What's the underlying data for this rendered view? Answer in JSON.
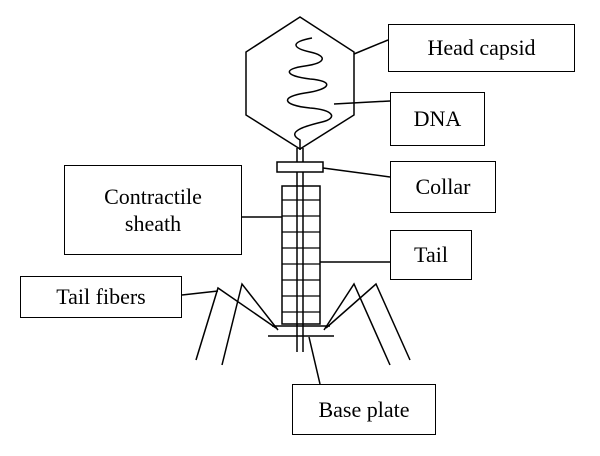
{
  "labels": {
    "head_capsid": "Head capsid",
    "dna": "DNA",
    "collar": "Collar",
    "contractile_sheath": "Contractile\nsheath",
    "tail": "Tail",
    "tail_fibers": "Tail fibers",
    "base_plate": "Base plate"
  }
}
